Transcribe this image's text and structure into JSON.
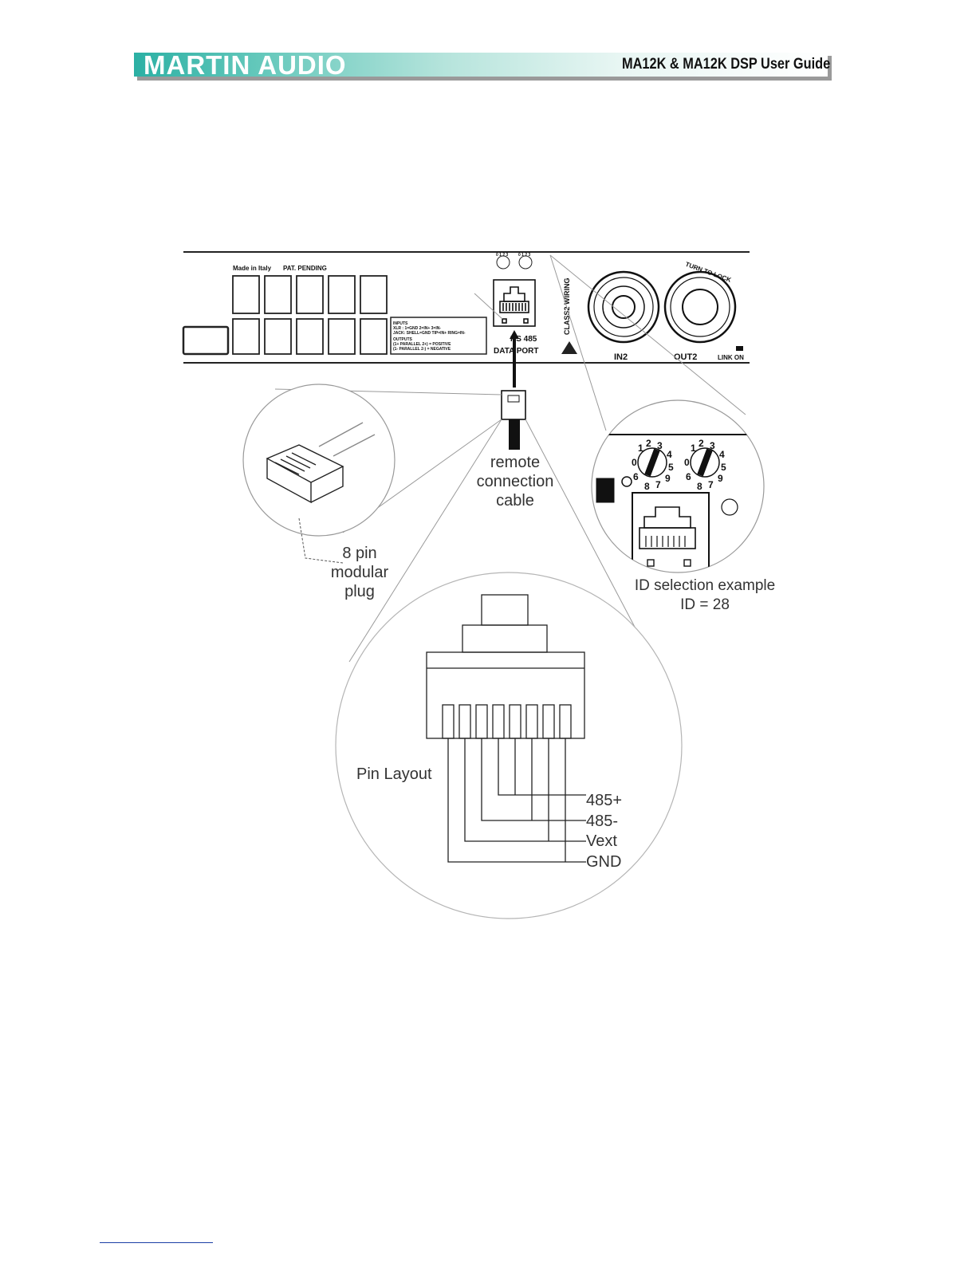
{
  "header": {
    "brand": "MARTIN AUDIO",
    "guide_title": "MA12K & MA12K DSP User Guide"
  },
  "panel": {
    "made_in": "Made in Italy",
    "pat_pending": "PAT. PENDING",
    "wiring_lines": [
      "INPUTS",
      "XLR : 1=GND 2=IN+ 3=IN-",
      "JACK: SHELL=GND TIP=IN+ RING=IN-",
      "OUTPUTS",
      "(1+ PARALLEL 2+) = POSITIVE",
      "(1- PARALLEL 2-) = NEGATIVE"
    ],
    "rs485": "RS 485",
    "data_port": "DATA PORT",
    "class2": "CLASS2 WIRING",
    "in2": "IN2",
    "out2": "OUT2",
    "turn_to_lock": "TURN TO LOCK",
    "link_on": "LINK ON",
    "switch_digits": [
      "0",
      "1",
      "2",
      "3",
      "4",
      "5",
      "6",
      "7",
      "8",
      "9"
    ]
  },
  "labels": {
    "cable": [
      "remote",
      "connection",
      "cable"
    ],
    "plug": [
      "8 pin",
      "modular",
      "plug"
    ],
    "id_example": [
      "ID selection example",
      "ID = 28"
    ],
    "pin_layout": "Pin Layout",
    "pins": [
      "485+",
      "485-",
      "Vext",
      "GND"
    ]
  },
  "icons": [
    "rj45-port-icon",
    "rj45-plug-icon",
    "rotary-switch-icon",
    "xlr-connector-icon",
    "speakon-connector-icon",
    "warning-triangle-icon"
  ]
}
